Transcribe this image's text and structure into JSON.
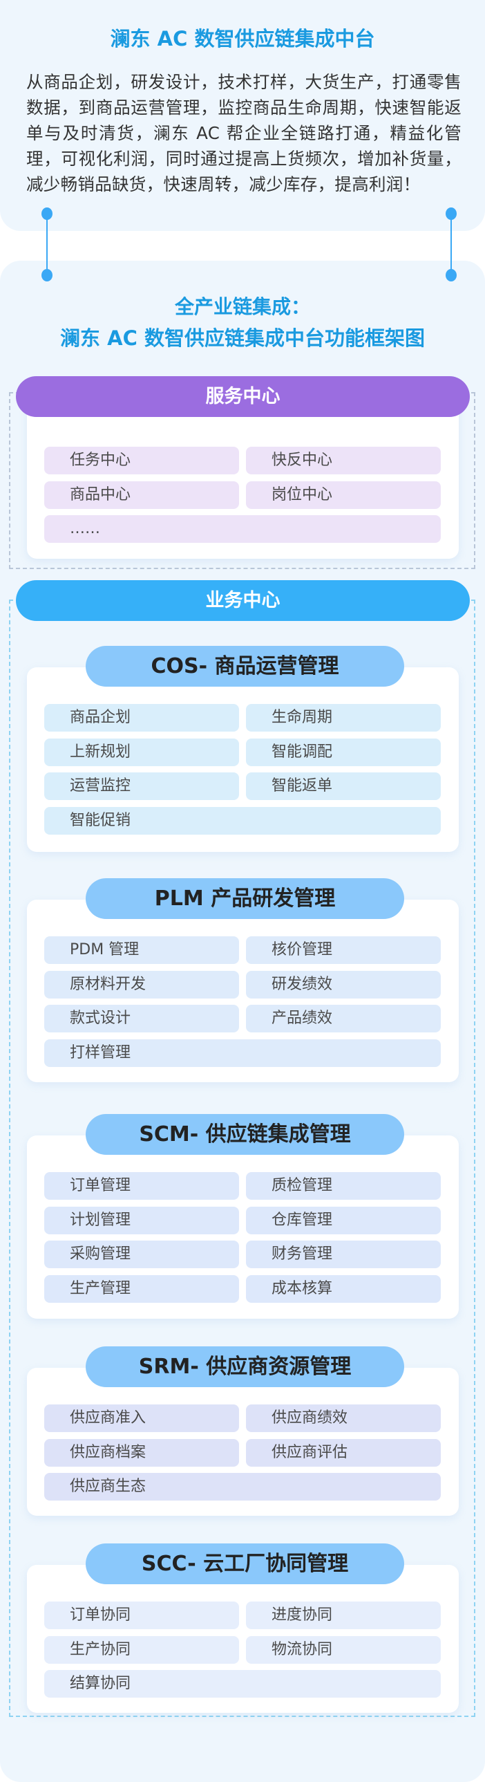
{
  "header": {
    "title": "澜东 AC 数智供应链集成中台",
    "intro": "从商品企划，研发设计，技术打样，大货生产，打通零售数据，到商品运营管理，监控商品生命周期，快速智能返单与及时清货，澜东 AC 帮企业全链路打通，精益化管理，可视化利润，同时通过提高上货频次，增加补货量，减少畅销品缺货，快速周转，减少库存，提高利润！"
  },
  "framework": {
    "heading_line1": "全产业链集成：",
    "heading_line2": "澜东 AC 数智供应链集成中台功能框架图"
  },
  "service_center": {
    "label": "服务中心",
    "color": "#9b6de0",
    "item_color": "#ede3f8",
    "items": [
      "任务中心",
      "快反中心",
      "商品中心",
      "岗位中心",
      "……"
    ]
  },
  "business_center": {
    "label": "业务中心",
    "color": "#36b0f8",
    "sections": [
      {
        "title": "COS- 商品运营管理",
        "item_color": "#d9eefb",
        "items": [
          "商品企划",
          "生命周期",
          "上新规划",
          "智能调配",
          "运营监控",
          "智能返单",
          "智能促销"
        ]
      },
      {
        "title": "PLM 产品研发管理",
        "item_color": "#deebfb",
        "items": [
          "PDM 管理",
          "核价管理",
          "原材料开发",
          "研发绩效",
          "款式设计",
          "产品绩效",
          "打样管理"
        ]
      },
      {
        "title": "SCM- 供应链集成管理",
        "item_color": "#dde8fb",
        "items": [
          "订单管理",
          "质检管理",
          "计划管理",
          "仓库管理",
          "采购管理",
          "财务管理",
          "生产管理",
          "成本核算"
        ]
      },
      {
        "title": "SRM- 供应商资源管理",
        "item_color": "#dde2f8",
        "items": [
          "供应商准入",
          "供应商绩效",
          "供应商档案",
          "供应商评估",
          "供应商生态"
        ]
      },
      {
        "title": "SCC- 云工厂协同管理",
        "item_color": "#e6eefc",
        "items": [
          "订单协同",
          "进度协同",
          "生产协同",
          "物流协同",
          "结算协同"
        ]
      }
    ]
  }
}
